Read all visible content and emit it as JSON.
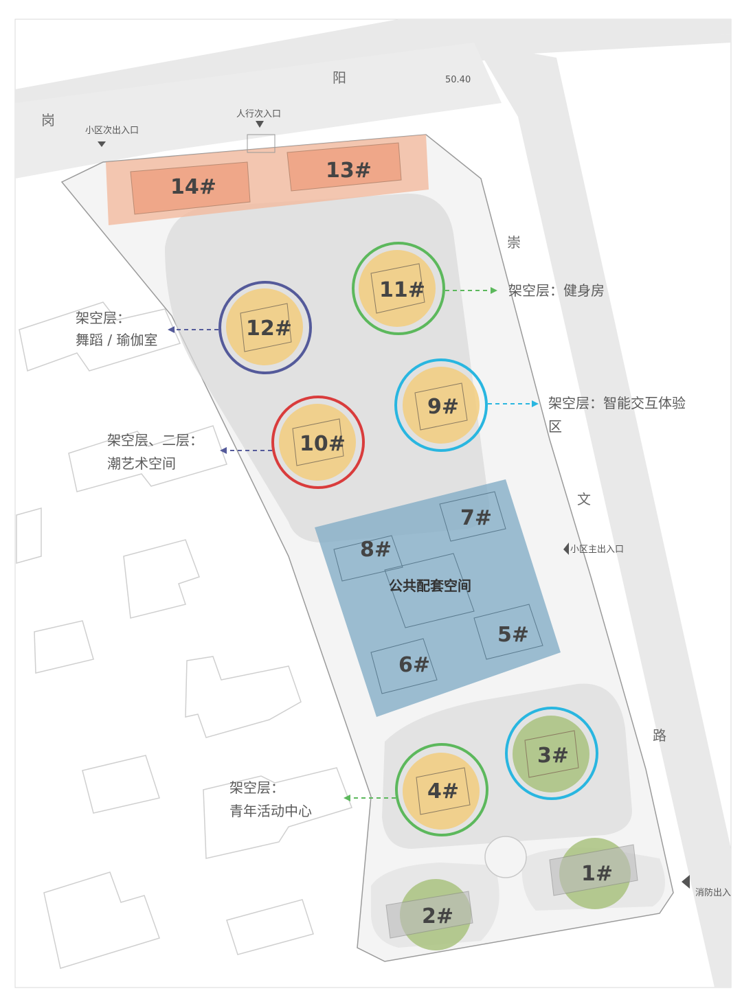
{
  "roads": {
    "north_gang": "岗",
    "north_yang": "阳",
    "east_chong": "崇",
    "east_wen": "文",
    "east_lu": "路",
    "tiny_mark": "50.40"
  },
  "entrances": {
    "pedestrian": "人行次入口",
    "secondary": "小区次出入口",
    "main": "小区主出入口",
    "fire": "消防出入"
  },
  "center_label": "公共配套空间",
  "buildings": {
    "b1": "1#",
    "b2": "2#",
    "b3": "3#",
    "b4": "4#",
    "b5": "5#",
    "b6": "6#",
    "b7": "7#",
    "b8": "8#",
    "b9": "9#",
    "b10": "10#",
    "b11": "11#",
    "b12": "12#",
    "b13": "13#",
    "b14": "14#"
  },
  "annotations": {
    "a11": "架空层：健身房",
    "a12_l1": "架空层：",
    "a12_l2": "舞蹈 / 瑜伽室",
    "a9_l1": "架空层：智能交互体验",
    "a9_l2": "区",
    "a10_l1": "架空层、二层：",
    "a10_l2": "潮艺术空间",
    "a4_l1": "架空层：",
    "a4_l2": "青年活动中心"
  },
  "colors": {
    "ring_green": "#5cb85c",
    "ring_navy": "#545a9a",
    "ring_cyan": "#29b6e0",
    "ring_red": "#d93c3c",
    "fill_yellow": "#f2cd7e",
    "fill_olive": "#a9c27f",
    "band_orange": "#f3b79a",
    "center_blue": "#7eaac4"
  }
}
